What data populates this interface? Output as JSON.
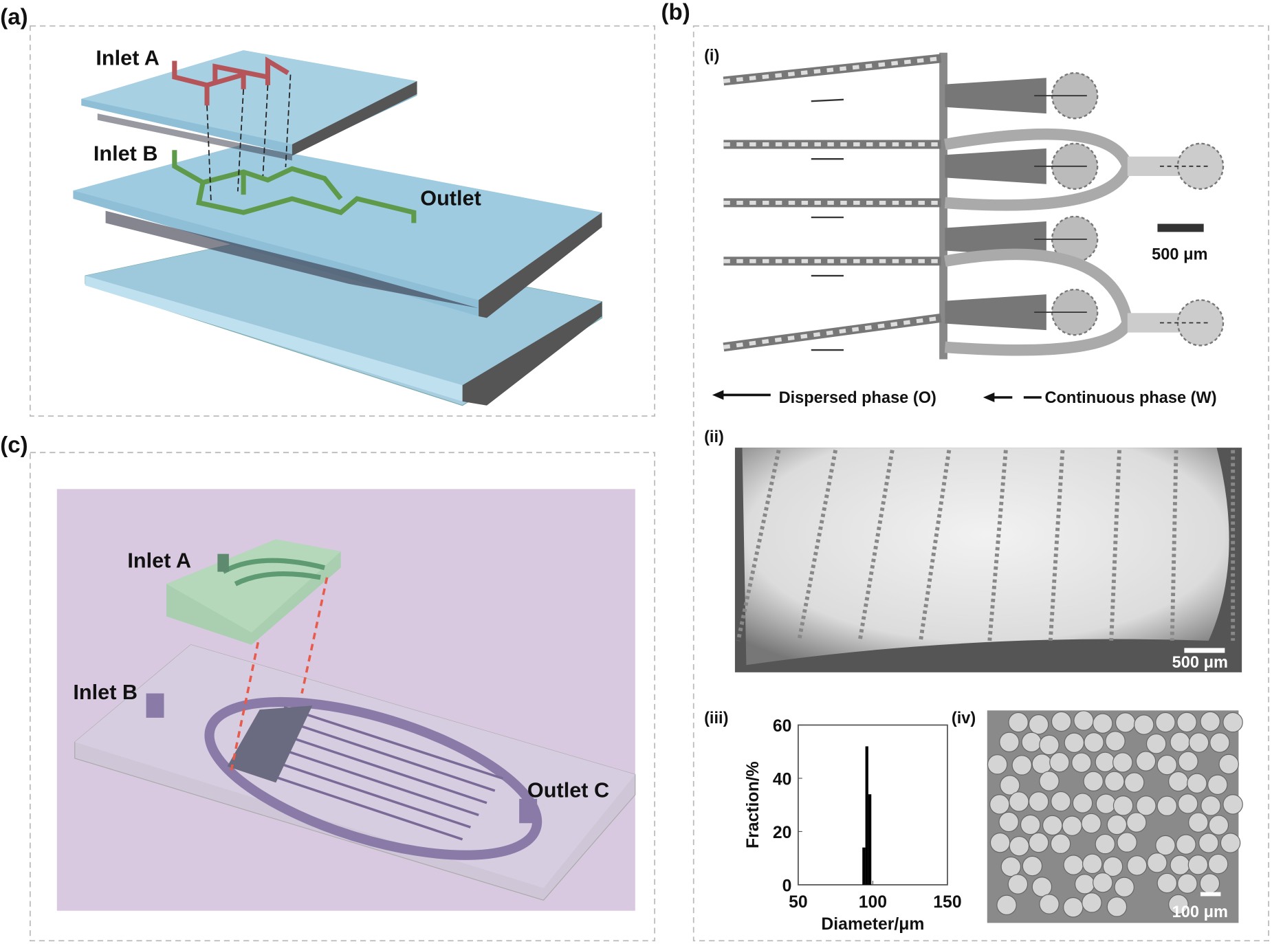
{
  "panels": {
    "a": {
      "label": "(a)",
      "inlet_a": "Inlet A",
      "inlet_b": "Inlet B",
      "outlet": "Outlet"
    },
    "b": {
      "label": "(b)",
      "i": {
        "label": "(i)",
        "scale_bar": "500 μm",
        "legend_dispersed": "Dispersed phase (O)",
        "legend_continuous": "Continuous phase (W)"
      },
      "ii": {
        "label": "(ii)",
        "scale_bar": "500 μm"
      },
      "iii": {
        "label": "(iii)"
      },
      "iv": {
        "label": "(iv)",
        "scale_bar": "100 μm"
      }
    },
    "c": {
      "label": "(c)",
      "inlet_a": "Inlet A",
      "inlet_b": "Inlet B",
      "outlet_c": "Outlet C"
    }
  },
  "colors": {
    "glass": "#8fbfd6",
    "channel_red": "#b5555a",
    "channel_green": "#5f9a4a",
    "purple_bg": "#d8c9e0",
    "channel_purple": "#8a7aa8"
  },
  "chart_data": {
    "type": "bar",
    "title": "",
    "xlabel": "Diameter/μm",
    "ylabel": "Fraction/%",
    "xlim": [
      50,
      150
    ],
    "ylim": [
      0,
      60
    ],
    "xticks": [
      "50",
      "100",
      "150"
    ],
    "yticks": [
      "0",
      "20",
      "40",
      "60"
    ],
    "bins": [
      [
        93,
        95
      ],
      [
        95,
        97
      ],
      [
        97,
        99
      ]
    ],
    "values": [
      14,
      52,
      34
    ]
  }
}
